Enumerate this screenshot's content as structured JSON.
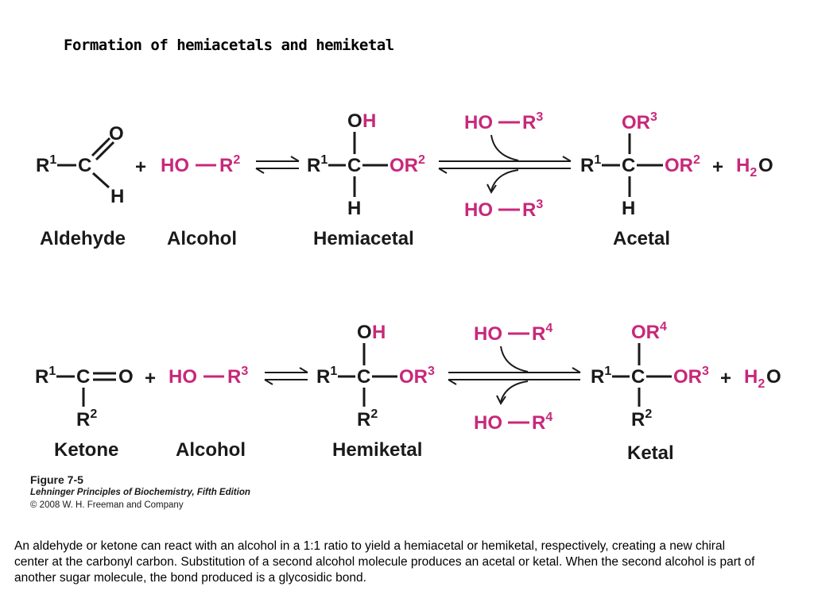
{
  "title": "Formation of hemiacetals and hemiketal",
  "labels": {
    "aldehyde": "Aldehyde",
    "alcohol": "Alcohol",
    "hemiacetal": "Hemiacetal",
    "acetal": "Acetal",
    "ketone": "Ketone",
    "hemiketal": "Hemiketal",
    "ketal": "Ketal"
  },
  "credit": {
    "figure": "Figure 7-5",
    "book": "Lehninger Principles of Biochemistry, Fifth Edition",
    "copyright": "© 2008 W. H. Freeman and Company"
  },
  "caption": "An aldehyde or ketone can react with an alcohol in a 1:1 ratio to yield a hemiacetal or hemiketal, respectively, creating a new chiral center at the carbonyl carbon. Substitution of a second alcohol molecule produces an acetal or ketal. When the second alcohol is part of another sugar molecule, the bond produced is a glycosidic bond.",
  "colors": {
    "reagent": "#c8287a",
    "structure": "#1a1a1a"
  }
}
